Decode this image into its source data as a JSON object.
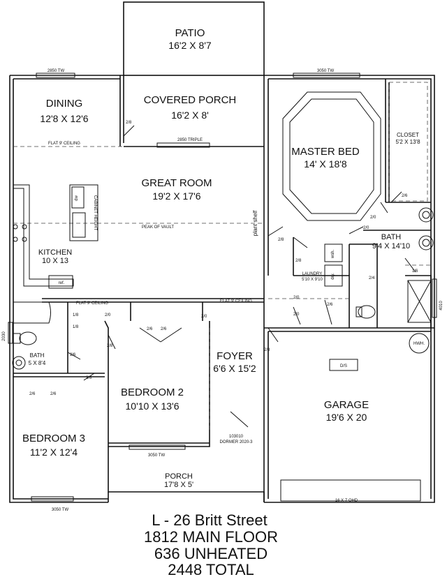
{
  "rooms": {
    "patio": {
      "name": "PATIO",
      "dim": "16'2 X 8'7"
    },
    "dining": {
      "name": "DINING",
      "dim": "12'8 X 12'6"
    },
    "covered_porch": {
      "name": "COVERED PORCH",
      "dim": "16'2 X 8'"
    },
    "master_bed": {
      "name": "MASTER BED",
      "dim": "14' X 18'8"
    },
    "closet": {
      "name": "CLOSET",
      "dim": "5'2 X 13'8"
    },
    "great_room": {
      "name": "GREAT ROOM",
      "dim": "19'2 X 17'6"
    },
    "kitchen": {
      "name": "KITCHEN",
      "dim": "10 X 13"
    },
    "bath_master": {
      "name": "BATH",
      "dim": "9'4 X 14'10"
    },
    "laundry": {
      "name": "LAUNDRY",
      "dim": "5'10 X 9'10"
    },
    "bath_small": {
      "name": "BATH",
      "dim": "5 X 8'4"
    },
    "foyer": {
      "name": "FOYER",
      "dim": "6'6 X 15'2"
    },
    "bedroom2": {
      "name": "BEDROOM 2",
      "dim": "10'10 X 13'6"
    },
    "garage": {
      "name": "GARAGE",
      "dim": "19'6 X 20"
    },
    "bedroom3": {
      "name": "BEDROOM 3",
      "dim": "11'2 X 12'4"
    },
    "porch": {
      "name": "PORCH",
      "dim": "17'8 X 5'"
    }
  },
  "annotations": {
    "window_2850_tw": "2850 TW",
    "window_3050_tw_master": "3050 TW",
    "window_2850_triple": "2850 TRIPLE",
    "flat_ceiling_dining": "FLAT 9' CEILING",
    "flat_ceiling_kitchen": "FLAT 9' CEILING",
    "flat_ceiling_bed2": "FLAT 9' CEILING",
    "peak_of_vault": "PEAK OF VAULT",
    "cabinet_height": "CABINET HEIGHT",
    "plant_shelf": "plant shelf",
    "dw": "dw",
    "ref": "ref.",
    "wsh": "wsh.",
    "dry": "dry.",
    "hwh": "HWH.",
    "ds": "D/S",
    "ohd": "16 X 7 OHD",
    "window_3050_tw_bed2": "3050 TW",
    "window_3050_tw_bed3": "3050 TW",
    "window_2030": "2030",
    "window_4010": "4010",
    "dormer_code": "103010",
    "dormer": "DORMER 2020-3"
  },
  "doors": {
    "d_2_8_porch": "2/8",
    "d_2_6_closet": "2/6",
    "d_2_0_a": "2/0",
    "d_2_0_b": "2/0",
    "d_2_8_master": "2/8",
    "d_2_8_laundry": "2/8",
    "d_2_4": "2/4",
    "d_1_6": "1/6",
    "d_2_0_c": "2/0",
    "d_2_0_d": "2/0",
    "d_2_6_laundry": "2/6",
    "d_2_8_garage": "2/8",
    "d_1_8_a": "1/8",
    "d_1_8_b": "1/8",
    "d_2_0_hall": "2/0",
    "d_2_6_bed2_a": "2/6",
    "d_2_6_bed2_b": "2/6",
    "d_2_0_bed2": "2/0",
    "d_2_8_bed2": "2/8",
    "d_2_6_bath": "2/6",
    "d_2_8_bed3": "2/8",
    "d_2_6_bed3_a": "2/6",
    "d_2_6_bed3_b": "2/6"
  },
  "title_block": {
    "line1": "L - 26 Britt Street",
    "line2": "1812  MAIN FLOOR",
    "line3": "636  UNHEATED",
    "line4": "2448  TOTAL"
  }
}
